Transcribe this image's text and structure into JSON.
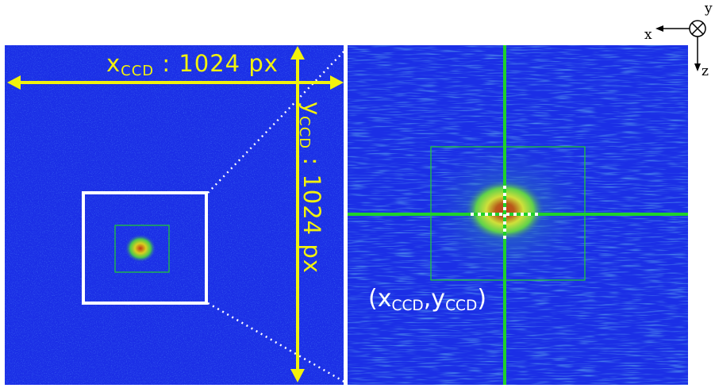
{
  "colors": {
    "background": "#1b2fe6",
    "annotation_yellow": "#f2f20d",
    "crosshair_green": "#1fd22a",
    "box_white": "#ffffff",
    "speckle_cyan": "#3aa0e0"
  },
  "left_panel": {
    "x_label_main": "x",
    "x_label_sub": "CCD",
    "x_label_rest": " : 1024 px",
    "y_label_main": "y",
    "y_label_sub": "CCD",
    "y_label_rest": " : 1024 px"
  },
  "right_panel": {
    "coord_open": "(x",
    "coord_sub1": "CCD",
    "coord_mid": ",y",
    "coord_sub2": "CCD",
    "coord_close": ")"
  },
  "axes_icon": {
    "x": "x",
    "y": "y",
    "z": "z",
    "y_direction_icon": "circle-cross-icon"
  }
}
